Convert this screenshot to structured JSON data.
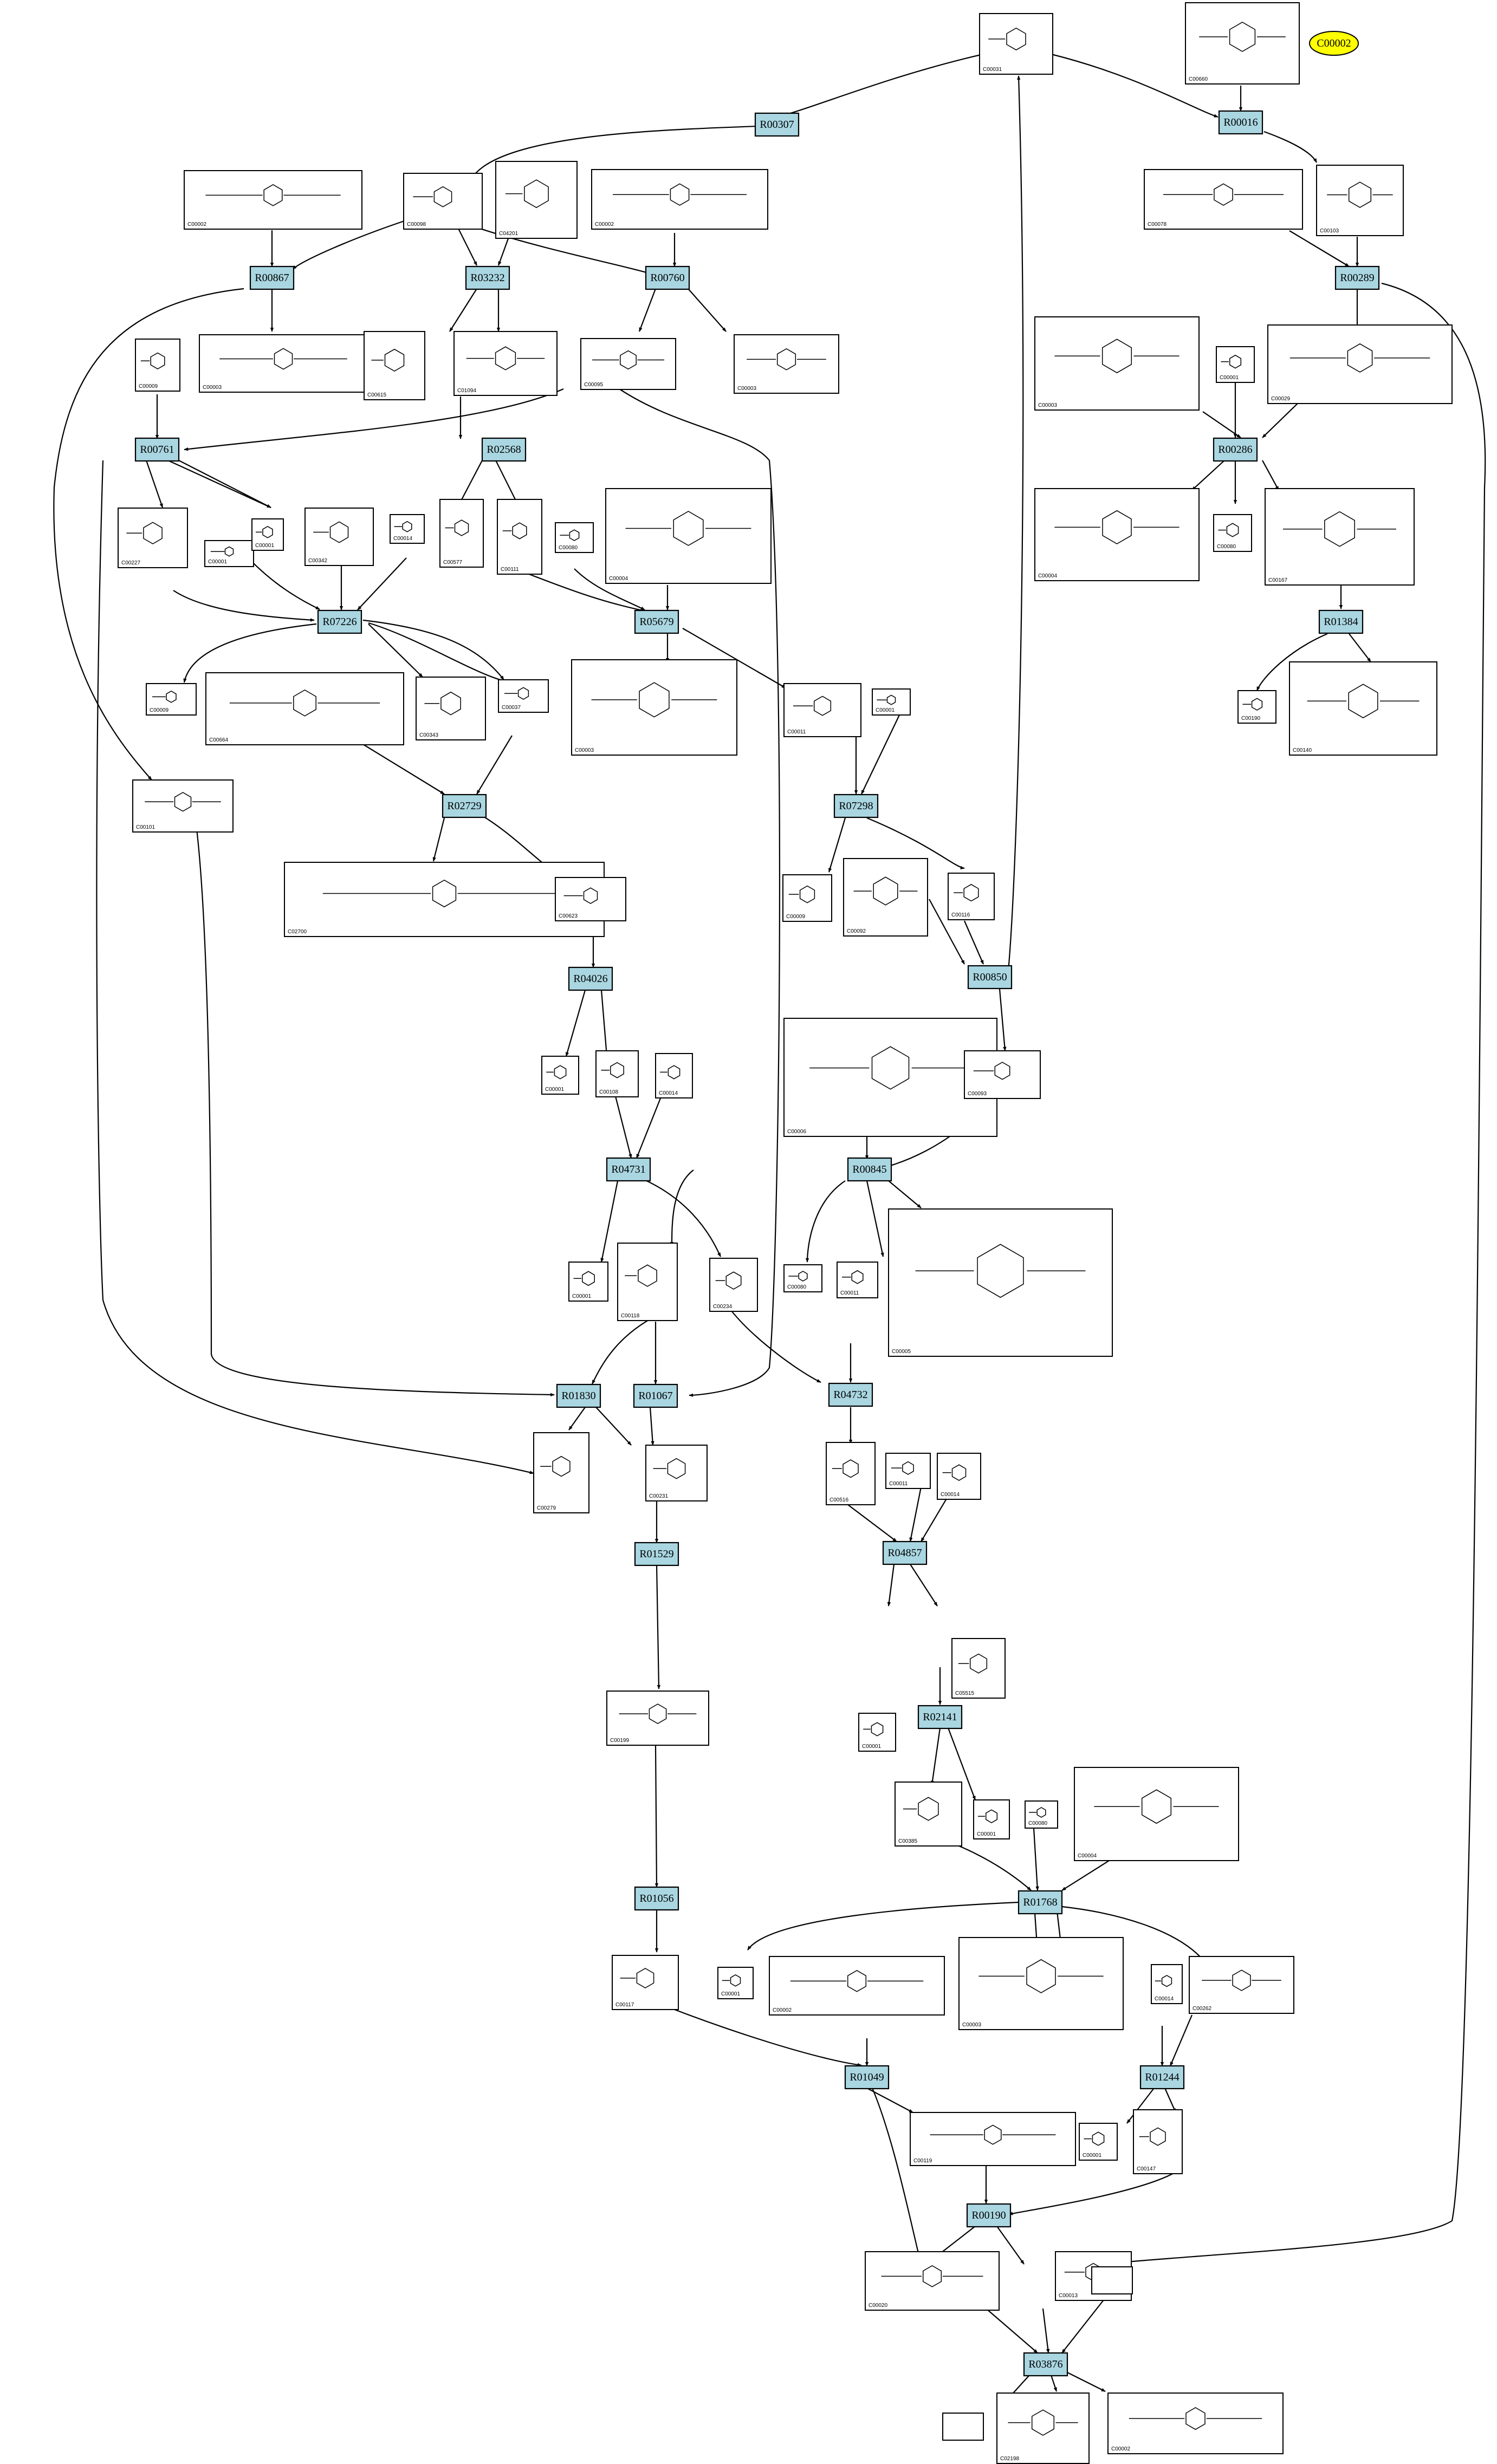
{
  "diagram": {
    "target_label": "C00002",
    "colors": {
      "reaction_fill": "#a9d6e1",
      "target_fill": "#ffff00",
      "stroke": "#000000",
      "background": "#ffffff"
    },
    "reactions": [
      "R00307",
      "R00016",
      "R00867",
      "R03232",
      "R00760",
      "R00289",
      "R00761",
      "R02568",
      "R00286",
      "R07226",
      "R05679",
      "R01384",
      "R02729",
      "R07298",
      "R04026",
      "R00850",
      "R04731",
      "R00845",
      "R01830",
      "R01067",
      "R04732",
      "R01529",
      "R04857",
      "R02141",
      "R01056",
      "R01768",
      "R01049",
      "R01244",
      "R00190",
      "R03876"
    ],
    "compounds": [
      "C00031",
      "C00660",
      "C00002",
      "C00098",
      "C04201",
      "C00002",
      "C00078",
      "C00103",
      "C00009",
      "C00003",
      "C00615",
      "C01094",
      "C00095",
      "C00003",
      "C00003",
      "C00001",
      "C00029",
      "C00227",
      "C00001",
      "C00001",
      "C00342",
      "C00014",
      "C00577",
      "C00111",
      "C00080",
      "C00004",
      "C00004",
      "C00080",
      "C00167",
      "C00009",
      "C00664",
      "C00343",
      "C00037",
      "C00003",
      "C00011",
      "C00190",
      "C00140",
      "C00101",
      "C02700",
      "C00623",
      "C00001",
      "C00009",
      "C00092",
      "C00116",
      "C00001",
      "C00108",
      "C00014",
      "C00006",
      "C00093",
      "C00001",
      "C00118",
      "C00234",
      "C00080",
      "C00011",
      "C00005",
      "C00279",
      "C00231",
      "C00516",
      "C00011",
      "C00014",
      "C00001",
      "C05515",
      "C00199",
      "C00385",
      "C00001",
      "C00080",
      "C00004",
      "C00117",
      "C00001",
      "C00002",
      "C00003",
      "C00014",
      "C00262",
      "C00001",
      "C00147",
      "C00119",
      "C00020",
      "C00013",
      "C02198",
      "C00002"
    ]
  }
}
